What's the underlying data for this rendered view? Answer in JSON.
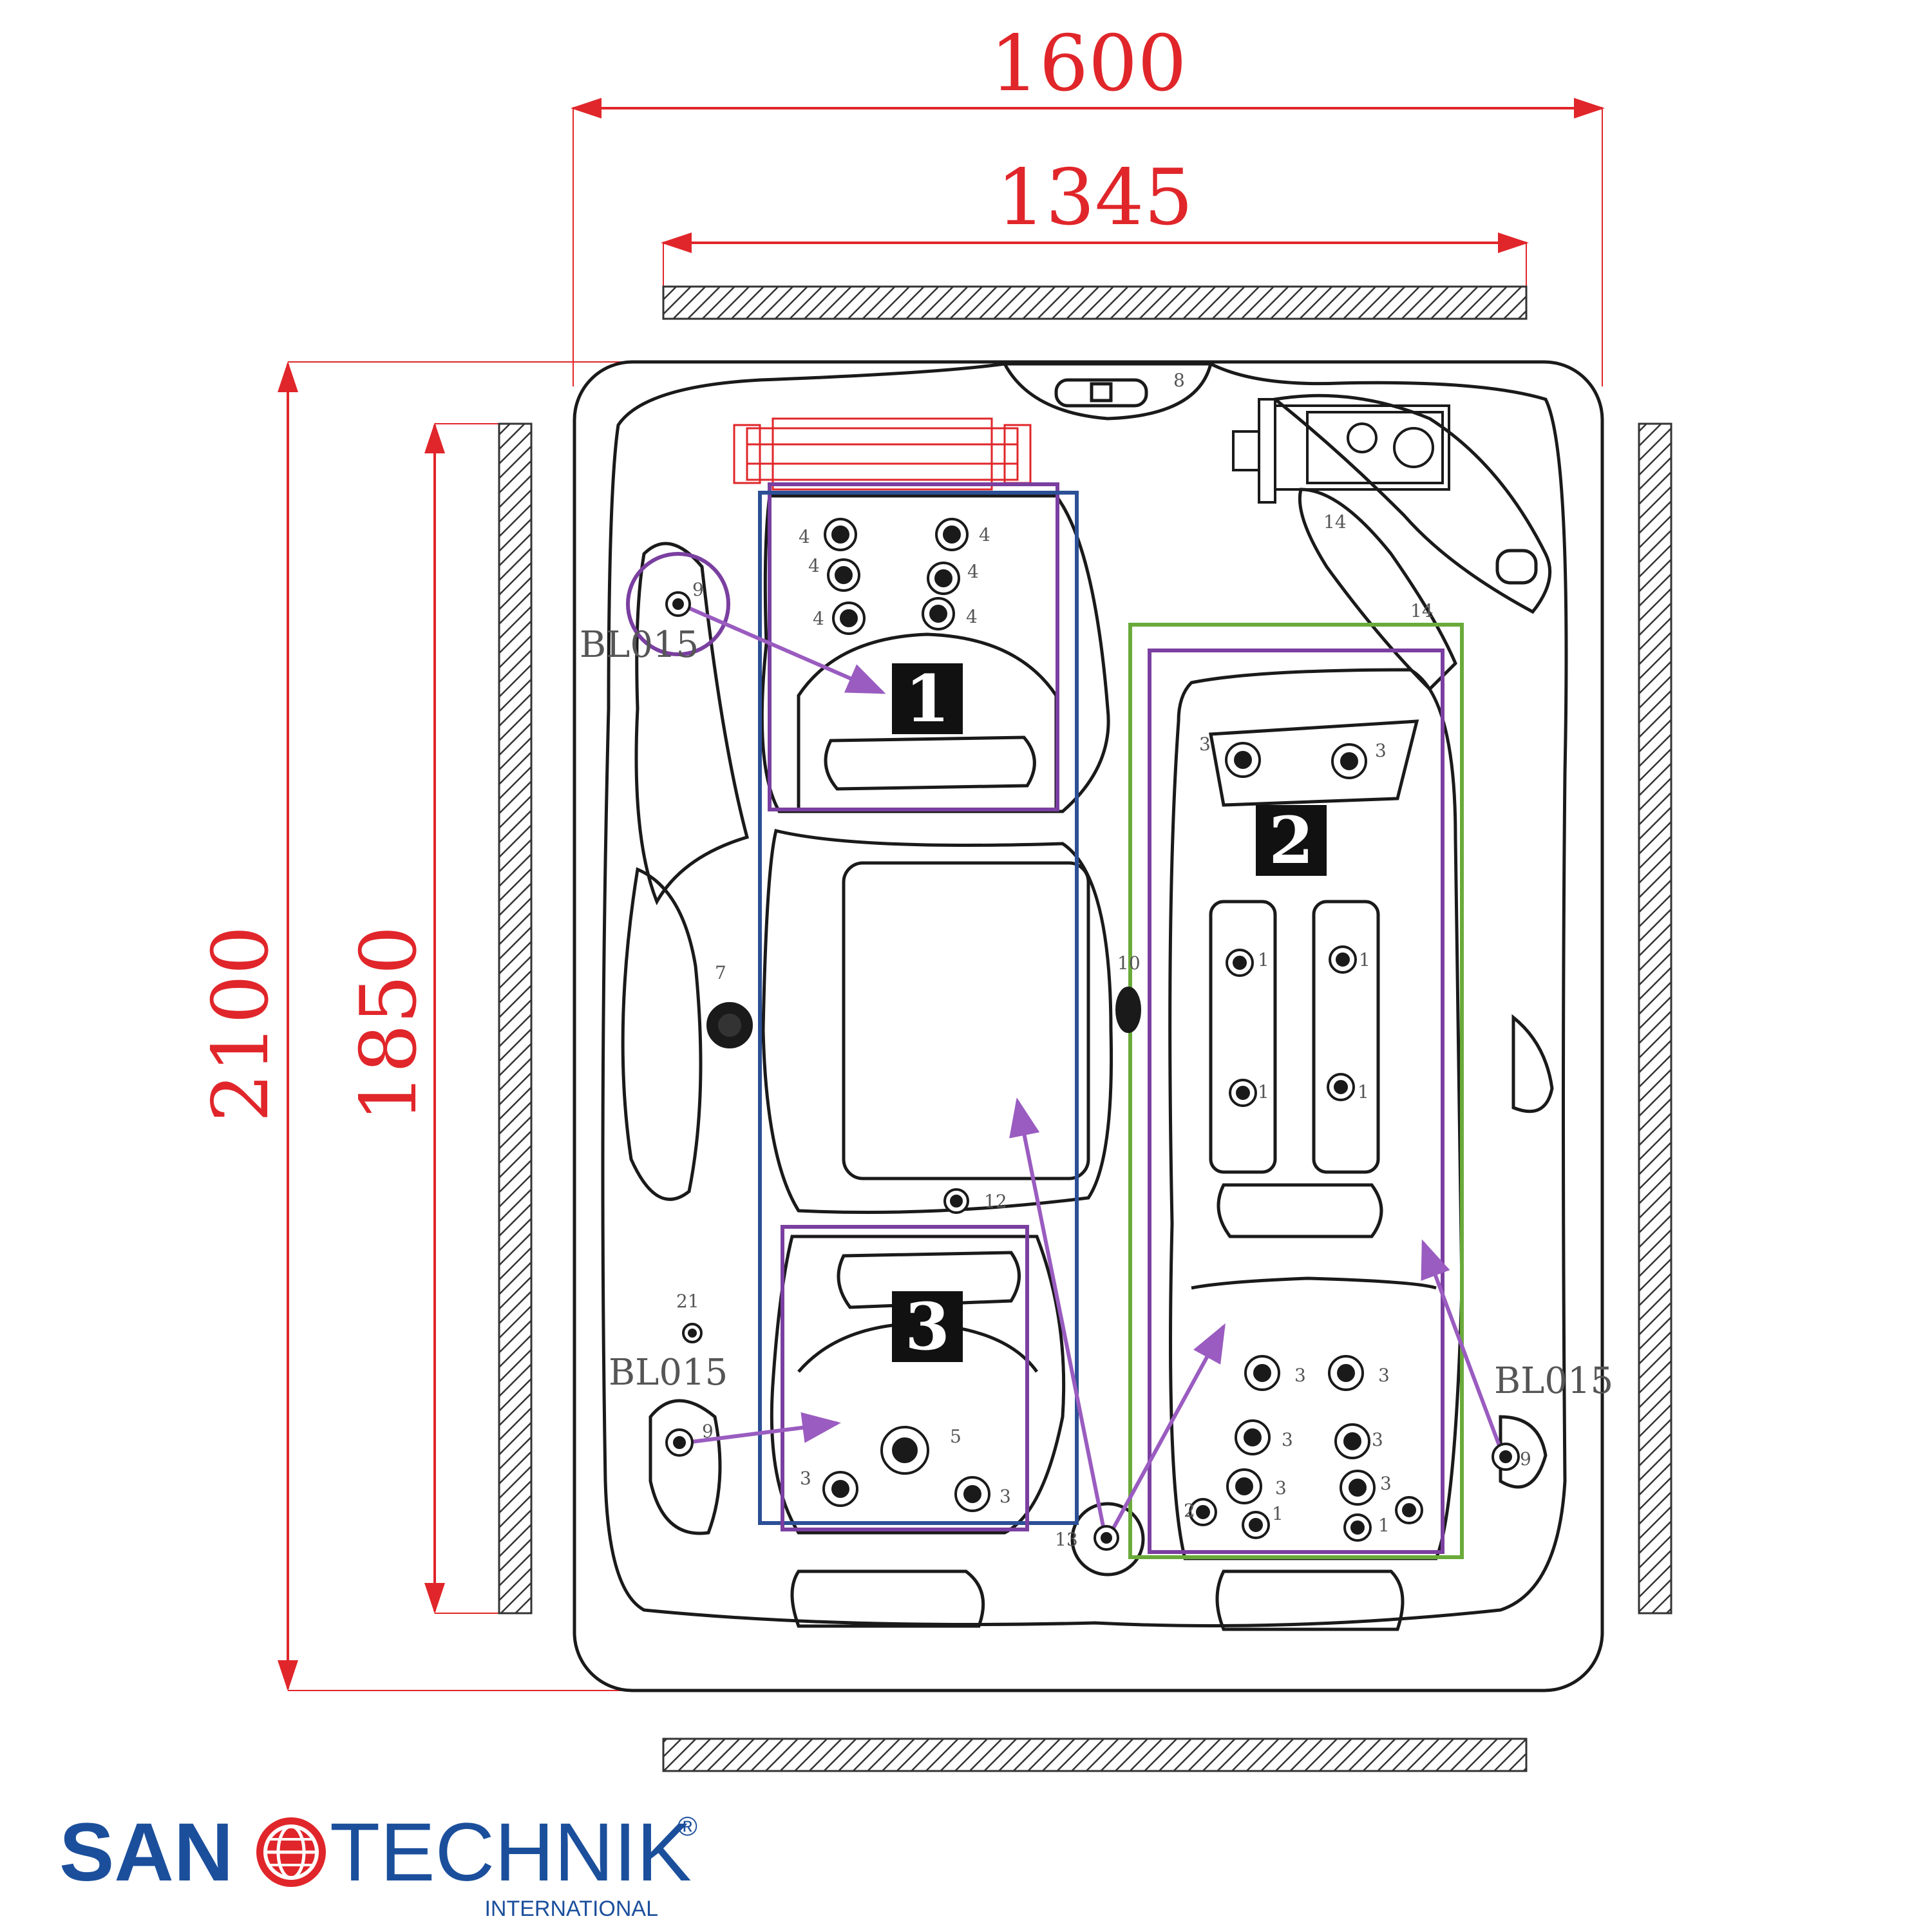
{
  "dimensions": {
    "outer_width": "1600",
    "inner_width": "1345",
    "outer_length": "2100",
    "inner_length": "1850"
  },
  "zones": [
    "1",
    "2",
    "3"
  ],
  "jet_labels": {
    "headrest": "4",
    "shoulder": "3",
    "back": "1",
    "foot_alt": "2",
    "large_jet": "5",
    "light": "7",
    "control_panel": "8",
    "suction": "9",
    "waterfall": "10",
    "filter": "12",
    "drain": "13",
    "pump": "14",
    "air_control": "21"
  },
  "blower_label": "BL015",
  "brand": {
    "name_left": "SAN",
    "name_right": "TECHNIK",
    "registered": "®",
    "sub": "INTERNATIONAL",
    "color_blue": "#1b4f9c",
    "color_red": "#e0262a"
  },
  "colors": {
    "dimension": "#e0262a",
    "outline": "#1a1a1a",
    "zone_purple": "#7a3fa0",
    "zone_blue": "#2c4f96",
    "zone_green": "#6aaa3a",
    "arrow": "#9a5cc0",
    "heater": "#e0262a"
  }
}
